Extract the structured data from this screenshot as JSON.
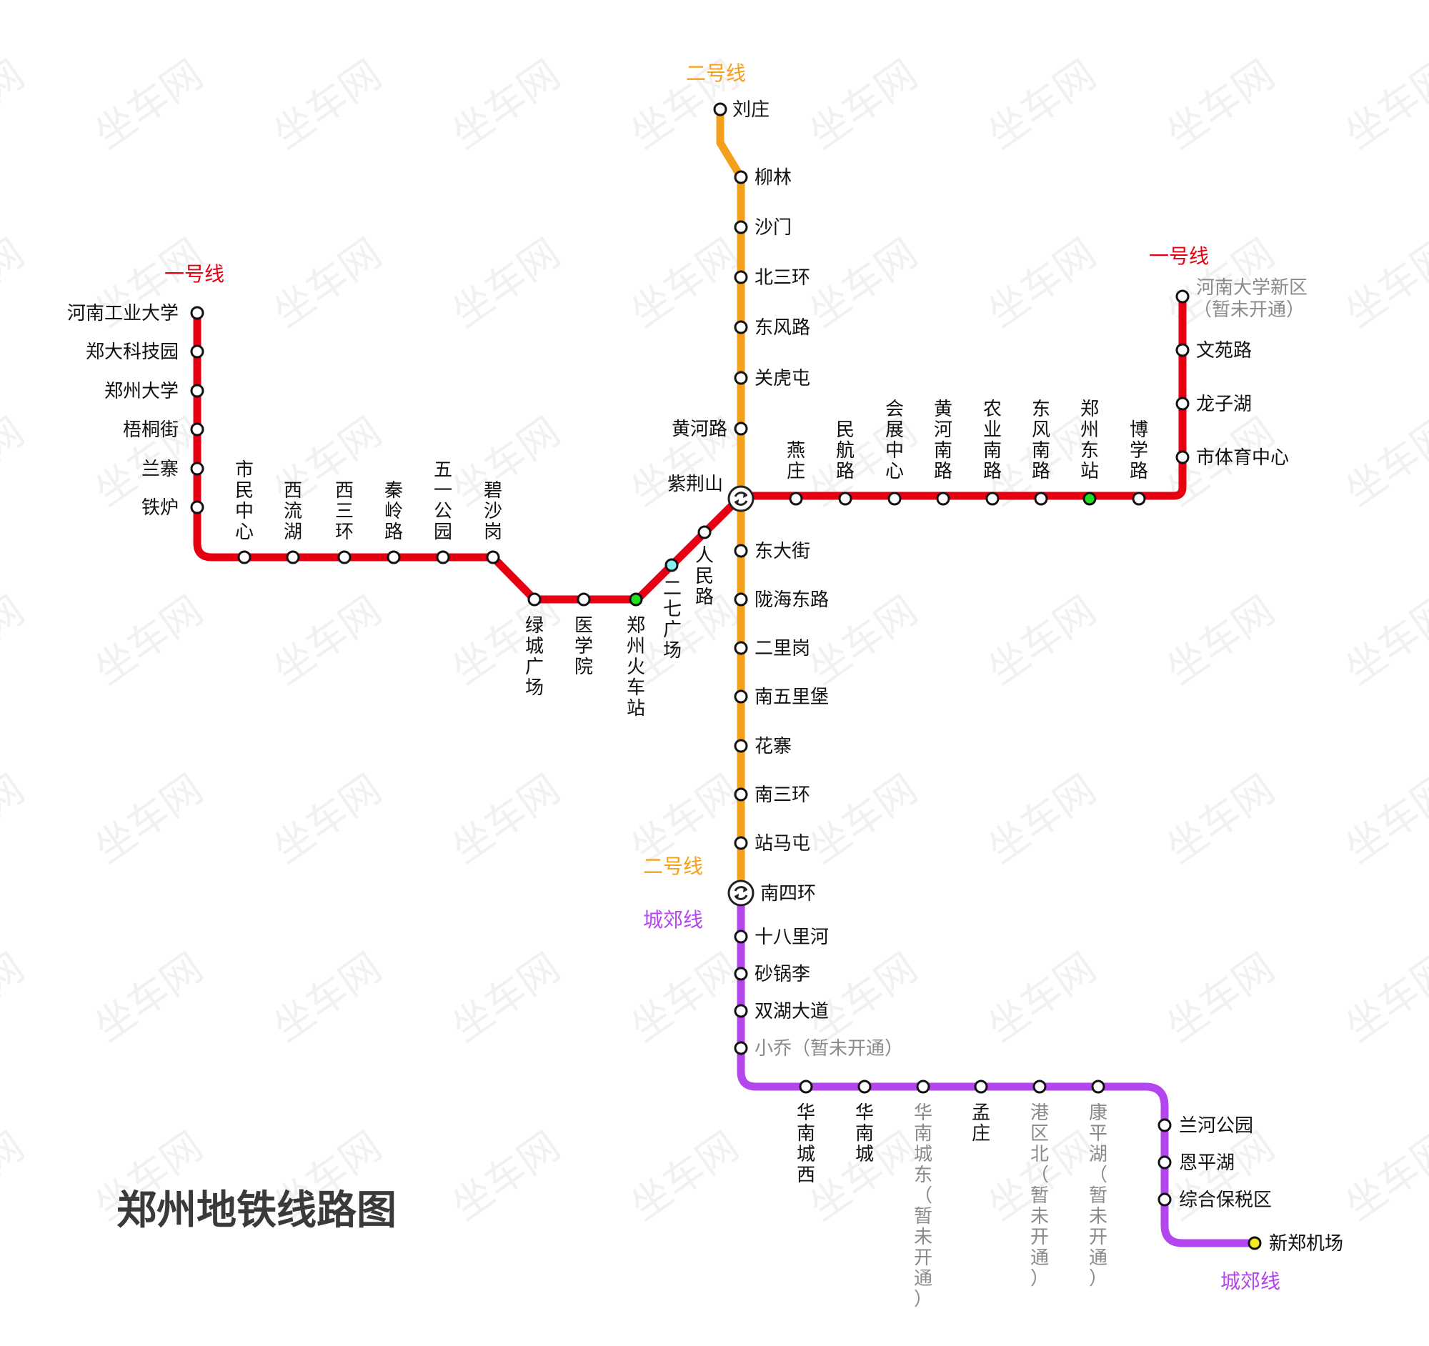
{
  "title": "郑州地铁线路图",
  "watermark": "坐车网",
  "colors": {
    "line1": "#e60012",
    "line2": "#f5a01a",
    "chengjiao": "#b446ee",
    "station": "#ffffff",
    "transfer_green": "#22dd22",
    "transfer_cyan": "#88eeee",
    "terminal_yellow": "#f2ea1e",
    "future_text": "#8a8a8a"
  },
  "icons": [
    "transfer-icon"
  ],
  "line_labels": {
    "line1_west": "一号线",
    "line1_east": "一号线",
    "line2_north": "二号线",
    "line2_south": "二号线",
    "chengjiao_top": "城郊线",
    "chengjiao_bottom": "城郊线"
  },
  "stations": {
    "line1_west_vertical": [
      "河南工业大学",
      "郑大科技园",
      "郑州大学",
      "梧桐街",
      "兰寨",
      "铁炉"
    ],
    "line1_west_horizontal": [
      "市民中心",
      "西流湖",
      "西三环",
      "秦岭路",
      "五一公园",
      "碧沙岗"
    ],
    "line1_lower": [
      "绿城广场",
      "医学院",
      "郑州火车站"
    ],
    "line1_diagonal": [
      "二七广场",
      "人民路"
    ],
    "hub_north": "紫荆山",
    "line1_east_horizontal": [
      "燕庄",
      "民航路",
      "会展中心",
      "黄河南路",
      "农业南路",
      "东风南路",
      "郑州东站",
      "博学路"
    ],
    "line1_east_vertical": [
      "河南大学新区",
      "（暂未开通）",
      "文苑路",
      "龙子湖",
      "市体育中心"
    ],
    "line2_north": [
      "刘庄",
      "柳林",
      "沙门",
      "北三环",
      "东风路",
      "关虎屯",
      "黄河路"
    ],
    "line2_south": [
      "东大街",
      "陇海东路",
      "二里岗",
      "南五里堡",
      "花寨",
      "南三环",
      "站马屯"
    ],
    "hub_south": "南四环",
    "chengjiao_vertical": [
      "十八里河",
      "砂锅李",
      "双湖大道",
      "小乔（暂未开通）"
    ],
    "chengjiao_horizontal": [
      "华南城西",
      "华南城",
      "华南城东（暂未开通）",
      "孟庄",
      "港区北（暂未开通）",
      "康平湖（暂未开通）"
    ],
    "chengjiao_east": [
      "兰河公园",
      "恩平湖",
      "综合保税区",
      "新郑机场"
    ]
  }
}
